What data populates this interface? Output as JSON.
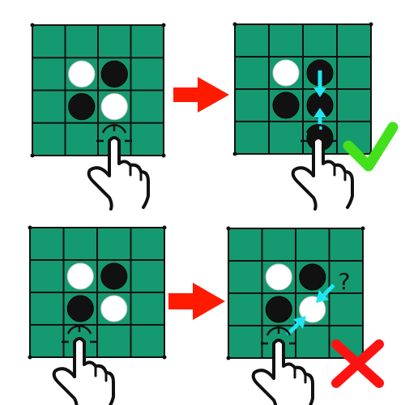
{
  "colors": {
    "board": "#159970",
    "grid": "#111111",
    "black_stone": "#111111",
    "white_stone": "#ffffff",
    "arrow": "#ff1a00",
    "hint_arrow": "#22e5f2",
    "check": "#44e01c",
    "cross": "#ff1212"
  },
  "icons": [
    "right-arrow-icon",
    "tap-hand-icon",
    "checkmark-icon",
    "cross-icon",
    "question-mark-icon"
  ],
  "panels": [
    {
      "id": "top-before",
      "stones": [
        {
          "row": 1,
          "col": 1,
          "color": "white"
        },
        {
          "row": 1,
          "col": 2,
          "color": "black"
        },
        {
          "row": 2,
          "col": 1,
          "color": "black"
        },
        {
          "row": 2,
          "col": 2,
          "color": "white"
        }
      ],
      "tap_cell": {
        "row": 3,
        "col": 2
      }
    },
    {
      "id": "top-after",
      "stones": [
        {
          "row": 1,
          "col": 1,
          "color": "white"
        },
        {
          "row": 1,
          "col": 2,
          "color": "black"
        },
        {
          "row": 2,
          "col": 1,
          "color": "black"
        },
        {
          "row": 2,
          "col": 2,
          "color": "black"
        },
        {
          "row": 3,
          "col": 2,
          "color": "black"
        }
      ],
      "tap_cell": {
        "row": 3,
        "col": 2
      },
      "result": "valid"
    },
    {
      "id": "bottom-before",
      "stones": [
        {
          "row": 1,
          "col": 1,
          "color": "white"
        },
        {
          "row": 1,
          "col": 2,
          "color": "black"
        },
        {
          "row": 2,
          "col": 1,
          "color": "black"
        },
        {
          "row": 2,
          "col": 2,
          "color": "white"
        }
      ],
      "tap_cell": {
        "row": 3,
        "col": 1
      }
    },
    {
      "id": "bottom-after",
      "stones": [
        {
          "row": 1,
          "col": 1,
          "color": "white"
        },
        {
          "row": 1,
          "col": 2,
          "color": "black"
        },
        {
          "row": 2,
          "col": 1,
          "color": "black"
        },
        {
          "row": 2,
          "col": 2,
          "color": "white"
        }
      ],
      "tap_cell": {
        "row": 3,
        "col": 1
      },
      "result": "invalid",
      "question_text": "?"
    }
  ]
}
